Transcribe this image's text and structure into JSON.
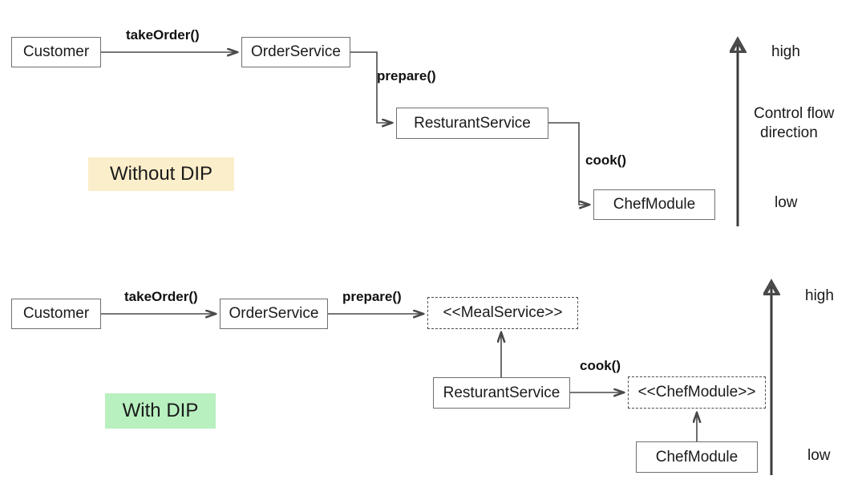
{
  "diagram": {
    "title_tags": [
      {
        "label": "Without DIP",
        "color": "#fbeeca"
      },
      {
        "label": "With DIP",
        "color": "#b9f0c0"
      }
    ],
    "without_dip": {
      "tag": "Without DIP",
      "nodes": [
        {
          "id": "customer",
          "label": "Customer",
          "kind": "class"
        },
        {
          "id": "order-service",
          "label": "OrderService",
          "kind": "class"
        },
        {
          "id": "resturant-service",
          "label": "ResturantService",
          "kind": "class"
        },
        {
          "id": "chef-module",
          "label": "ChefModule",
          "kind": "class"
        }
      ],
      "edges": [
        {
          "from": "customer",
          "to": "order-service",
          "label": "takeOrder()"
        },
        {
          "from": "order-service",
          "to": "resturant-service",
          "label": "prepare()"
        },
        {
          "from": "resturant-service",
          "to": "chef-module",
          "label": "cook()"
        }
      ],
      "axis": {
        "name": "Control flow direction",
        "top_label": "high",
        "bottom_label": "low",
        "middle_label_line1": "Control flow",
        "middle_label_line2": "direction",
        "direction": "up"
      }
    },
    "with_dip": {
      "tag": "With DIP",
      "nodes": [
        {
          "id": "customer2",
          "label": "Customer",
          "kind": "class"
        },
        {
          "id": "order-service2",
          "label": "OrderService",
          "kind": "class"
        },
        {
          "id": "meal-service-iface",
          "label": "<<MealService>>",
          "kind": "interface"
        },
        {
          "id": "resturant-service2",
          "label": "ResturantService",
          "kind": "class"
        },
        {
          "id": "chef-module-iface",
          "label": "<<ChefModule>>",
          "kind": "interface"
        },
        {
          "id": "chef-module2",
          "label": "ChefModule",
          "kind": "class"
        }
      ],
      "edges": [
        {
          "from": "customer2",
          "to": "order-service2",
          "label": "takeOrder()"
        },
        {
          "from": "order-service2",
          "to": "meal-service-iface",
          "label": "prepare()"
        },
        {
          "from": "resturant-service2",
          "to": "meal-service-iface",
          "label": ""
        },
        {
          "from": "resturant-service2",
          "to": "chef-module-iface",
          "label": "cook()"
        },
        {
          "from": "chef-module2",
          "to": "chef-module-iface",
          "label": ""
        }
      ],
      "axis": {
        "name": "Control flow direction",
        "top_label": "high",
        "bottom_label": "low",
        "direction": "up"
      }
    }
  },
  "labels": {
    "take_order_1": "takeOrder()",
    "prepare_1": "prepare()",
    "cook_1": "cook()",
    "take_order_2": "takeOrder()",
    "prepare_2": "prepare()",
    "cook_2": "cook()",
    "high_1": "high",
    "low_1": "low",
    "flow_1a": "Control flow",
    "flow_1b": "direction",
    "high_2": "high",
    "low_2": "low"
  },
  "nodes": {
    "customer_1": "Customer",
    "order_service_1": "OrderService",
    "resturant_service_1": "ResturantService",
    "chef_module_1": "ChefModule",
    "customer_2": "Customer",
    "order_service_2": "OrderService",
    "meal_service_iface": "<<MealService>>",
    "resturant_service_2": "ResturantService",
    "chef_module_iface": "<<ChefModule>>",
    "chef_module_2": "ChefModule"
  },
  "tags": {
    "without_dip": "Without DIP",
    "with_dip": "With DIP"
  }
}
